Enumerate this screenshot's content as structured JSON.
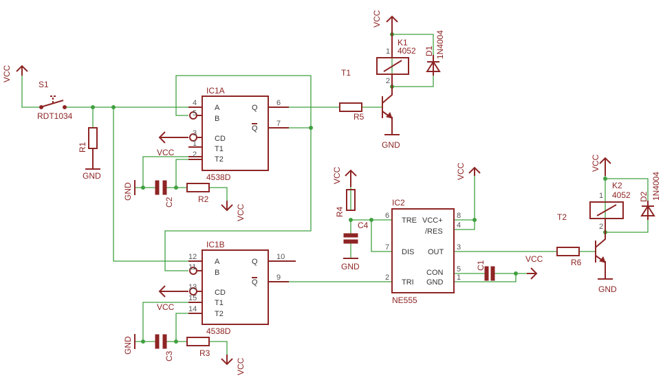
{
  "power": {
    "vcc": "VCC",
    "gnd": "GND"
  },
  "s1": {
    "name": "S1",
    "value": "RDT1034"
  },
  "r1": {
    "name": "R1"
  },
  "r2": {
    "name": "R2"
  },
  "r3": {
    "name": "R3"
  },
  "r4": {
    "name": "R4"
  },
  "r5": {
    "name": "R5"
  },
  "r6": {
    "name": "R6"
  },
  "c1": {
    "name": "C1"
  },
  "c2": {
    "name": "C2"
  },
  "c3": {
    "name": "C3"
  },
  "c4": {
    "name": "C4"
  },
  "k1": {
    "name": "K1",
    "value": "4052"
  },
  "k2": {
    "name": "K2",
    "value": "4052"
  },
  "d1": {
    "name": "D1",
    "value": "1N4004"
  },
  "d2": {
    "name": "D2",
    "value": "1N4004"
  },
  "t1": {
    "name": "T1"
  },
  "t2": {
    "name": "T2"
  },
  "ic1a": {
    "name": "IC1A",
    "value": "4538D",
    "pin_a": "A",
    "pin_b": "B",
    "pin_q": "Q",
    "pin_qbar": "Q",
    "pin_cd": "CD",
    "pin_t1": "T1",
    "pin_t2": "T2",
    "n4": "4",
    "n5": "5",
    "n6": "6",
    "n7": "7",
    "n3": "3",
    "n1": "1",
    "n2": "2"
  },
  "ic1b": {
    "name": "IC1B",
    "value": "4538D",
    "pin_a": "A",
    "pin_b": "B",
    "pin_q": "Q",
    "pin_qbar": "Q",
    "pin_cd": "CD",
    "pin_t1": "T1",
    "pin_t2": "T2",
    "n12": "12",
    "n11": "11",
    "n10": "10",
    "n9": "9",
    "n13": "13",
    "n15": "15",
    "n14": "14"
  },
  "ic2": {
    "name": "IC2",
    "value": "NE555",
    "pin_tre": "TRE",
    "pin_vcc": "VCC+",
    "pin_res": "/RES",
    "pin_dis": "DIS",
    "pin_out": "OUT",
    "pin_con": "CON",
    "pin_tri": "TRI",
    "pin_gnd": "GND",
    "n6": "6",
    "n8": "8",
    "n4": "4",
    "n7": "7",
    "n3": "3",
    "n5": "5",
    "n2": "2",
    "n1": "1"
  },
  "relay": {
    "pin1": "1",
    "pin2": "2"
  }
}
